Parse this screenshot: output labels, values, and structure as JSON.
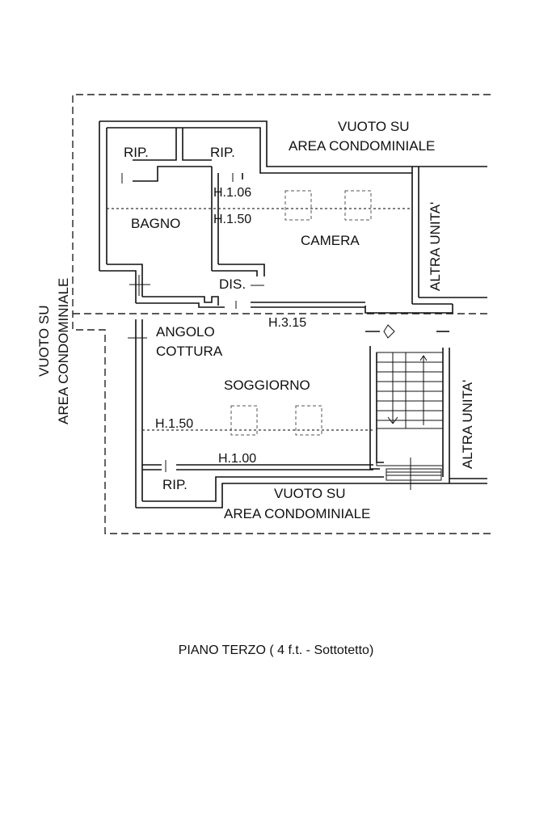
{
  "labels": {
    "vuoto_top_1": "VUOTO SU",
    "vuoto_top_2": "AREA CONDOMINIALE",
    "rip_1": "RIP.",
    "rip_2": "RIP.",
    "h106": "H.1.06",
    "h150_top": "H.1.50",
    "bagno": "BAGNO",
    "camera": "CAMERA",
    "altra_unita_1": "ALTRA UNITA'",
    "dis": "DIS.",
    "vuoto_left_1": "VUOTO SU",
    "vuoto_left_2": "AREA CONDOMINIALE",
    "angolo": "ANGOLO",
    "cottura": "COTTURA",
    "h315": "H.3.15",
    "soggiorno": "SOGGIORNO",
    "altra_unita_2": "ALTRA UNITA'",
    "h150_bottom": "H.1.50",
    "h100": "H.1.00",
    "rip_3": "RIP.",
    "vuoto_bottom_1": "VUOTO SU",
    "vuoto_bottom_2": "AREA CONDOMINIALE"
  },
  "caption": "PIANO TERZO  ( 4 f.t. - Sottotetto)"
}
